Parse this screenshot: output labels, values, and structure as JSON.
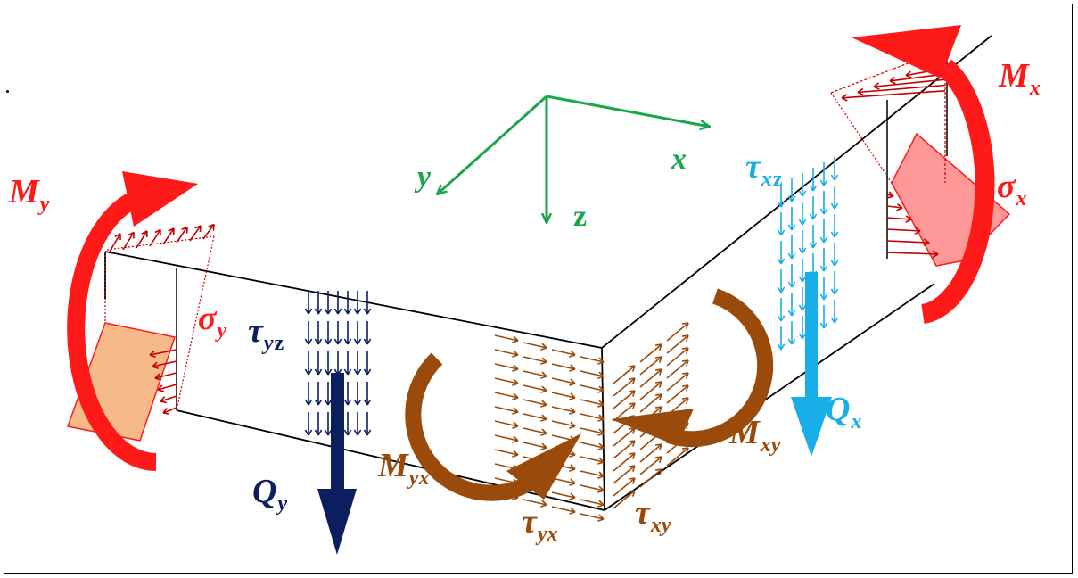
{
  "axes": {
    "x": "x",
    "y": "y",
    "z": "z"
  },
  "labels": {
    "Mx": {
      "main": "M",
      "sub": "x"
    },
    "My": {
      "main": "M",
      "sub": "y"
    },
    "Mxy": {
      "main": "M",
      "sub": "xy"
    },
    "Myx": {
      "main": "M",
      "sub": "yx"
    },
    "Qx": {
      "main": "Q",
      "sub": "x"
    },
    "Qy": {
      "main": "Q",
      "sub": "y"
    },
    "sx": {
      "main": "σ",
      "sub": "x"
    },
    "sy": {
      "main": "σ",
      "sub": "y"
    },
    "txz": {
      "main": "τ",
      "sub_a": "x",
      "sub_b": "z"
    },
    "tyz": {
      "main": "τ",
      "sub_a": "y",
      "sub_b": "z"
    },
    "txy": {
      "main": "τ",
      "sub": "xy"
    },
    "tyx": {
      "main": "τ",
      "sub": "yx"
    }
  },
  "colors": {
    "axis": "#1aa64a",
    "moment": "#ff1a1a",
    "normal_stress": "#c40000",
    "shear_twist": "#9a4a0a",
    "qx": "#18aee8",
    "qy": "#0b1f5e",
    "box_right": "#ff9999",
    "box_left": "#f5b98a"
  }
}
